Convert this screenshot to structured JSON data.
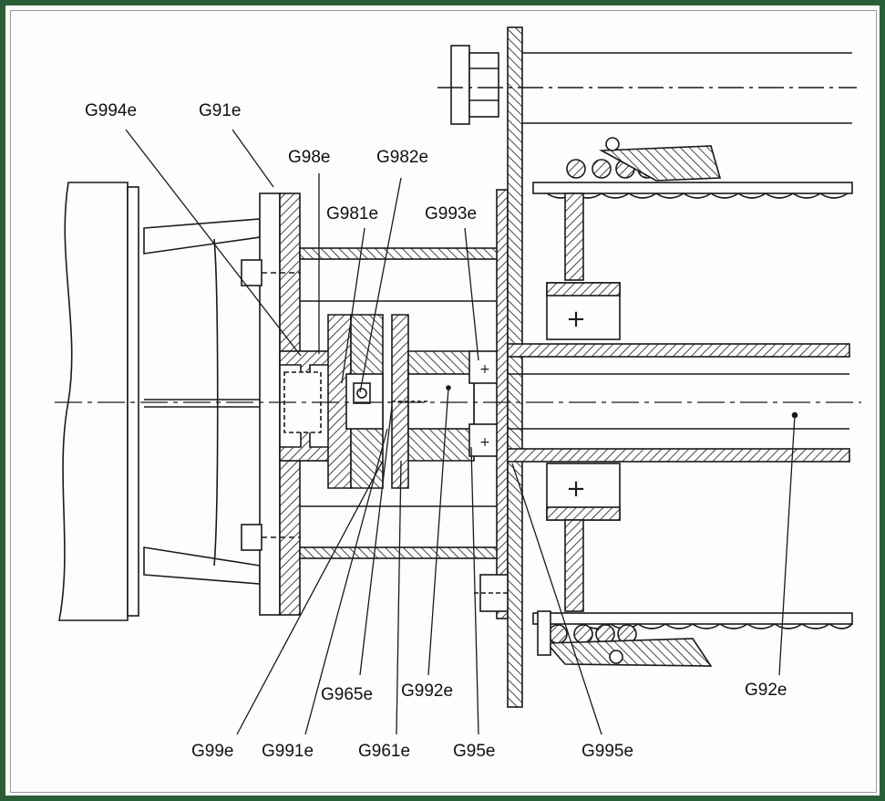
{
  "colors": {
    "frame": "#2a5e36",
    "ink": "#1a1a1a",
    "paper": "#fdfdfb"
  },
  "labels": {
    "G994e": "G994e",
    "G91e": "G91e",
    "G98e": "G98e",
    "G982e": "G982e",
    "G981e": "G981e",
    "G993e": "G993e",
    "G965e": "G965e",
    "G992e": "G992e",
    "G92e": "G92e",
    "G99e": "G99e",
    "G991e": "G991e",
    "G961e": "G961e",
    "G95e": "G95e",
    "G995e": "G995e"
  }
}
